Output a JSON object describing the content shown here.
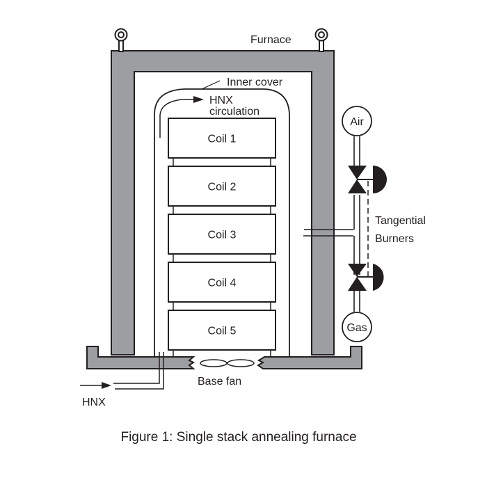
{
  "diagram": {
    "labels": {
      "furnace": "Furnace",
      "inner_cover": "Inner cover",
      "hnx_circ_line1": "HNX",
      "hnx_circ_line2": "circulation",
      "air": "Air",
      "gas": "Gas",
      "tangential_line1": "Tangential",
      "tangential_line2": "Burners",
      "base_fan": "Base fan",
      "hnx_inlet": "HNX"
    },
    "coils": [
      "Coil 1",
      "Coil 2",
      "Coil 3",
      "Coil 4",
      "Coil 5"
    ],
    "colors": {
      "wall": "#9d9ea1",
      "stroke": "#231f20",
      "fill": "#ffffff"
    }
  },
  "caption": "Figure 1: Single stack annealing furnace"
}
